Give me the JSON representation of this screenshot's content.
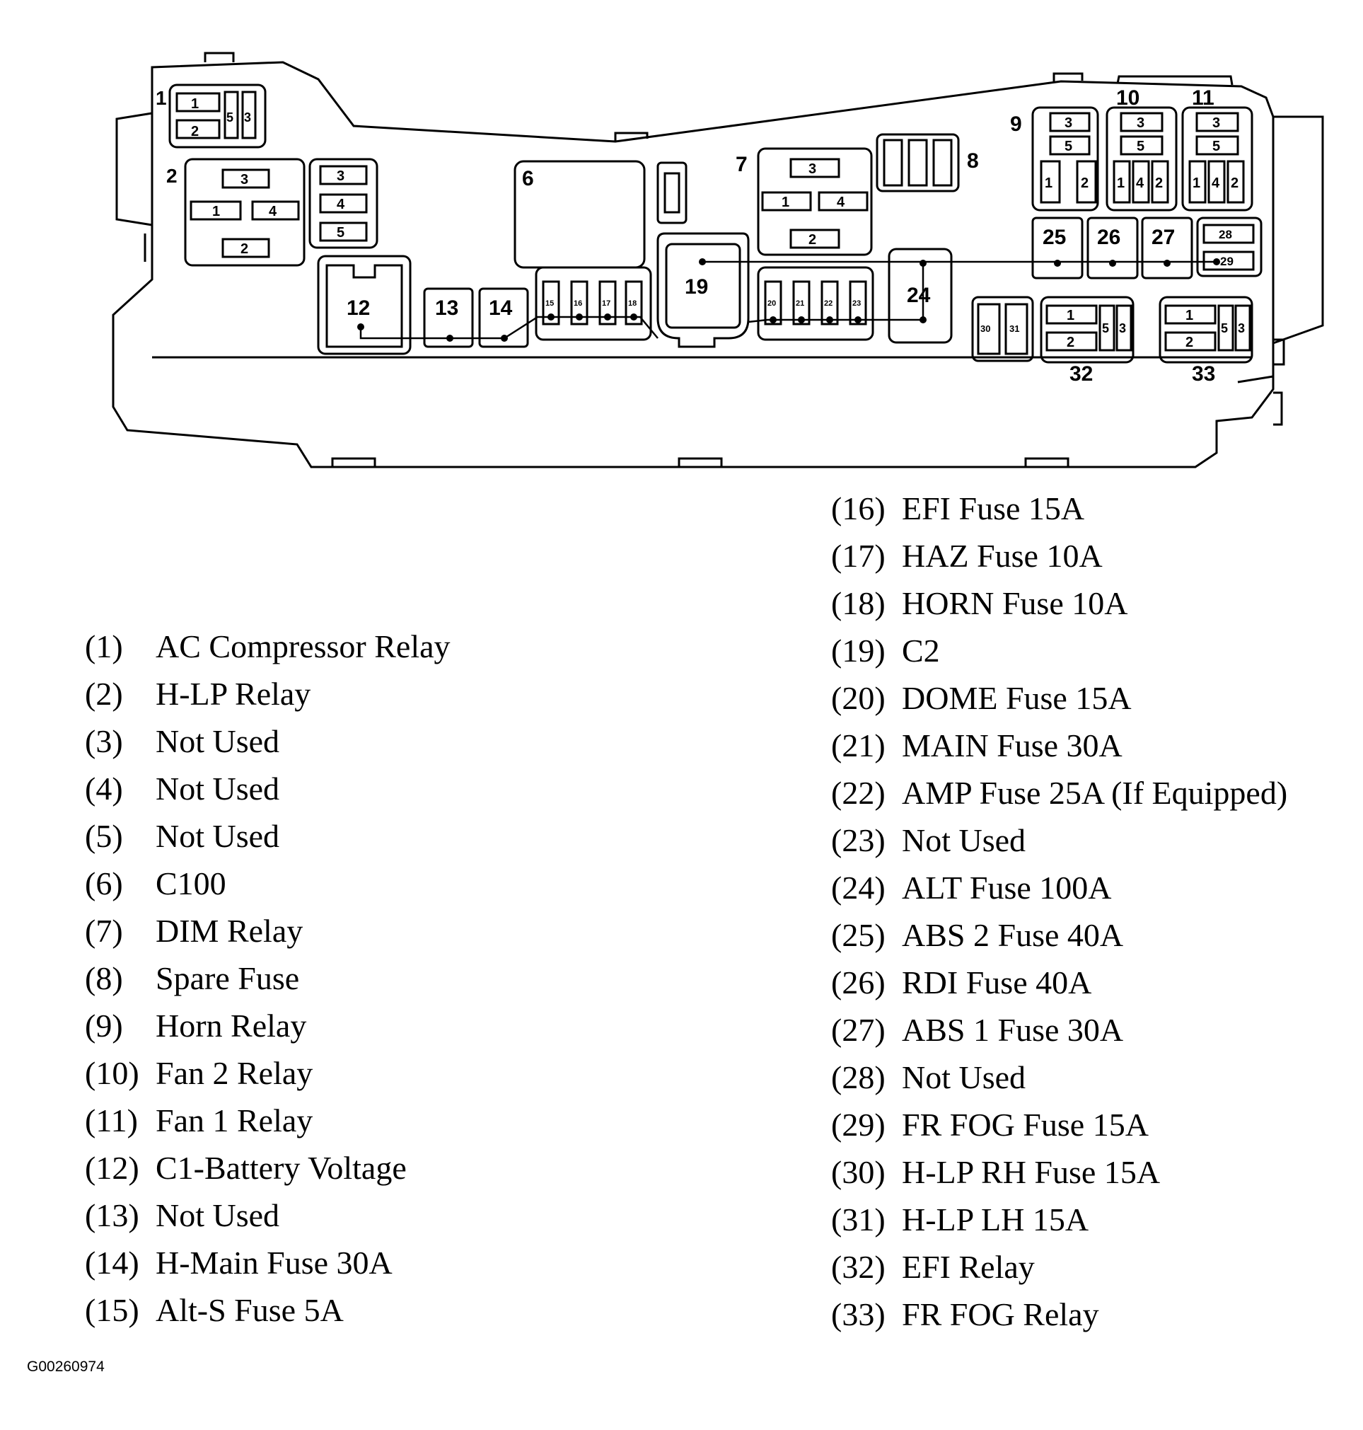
{
  "figure_id": "G00260974",
  "diagram_labels": {
    "l1": "1",
    "l2": "2",
    "l6": "6",
    "l7": "7",
    "l8": "8",
    "l9": "9",
    "l10": "10",
    "l11": "11",
    "l12": "12",
    "l13": "13",
    "l14": "14",
    "l15": "15",
    "l16": "16",
    "l17": "17",
    "l18": "18",
    "l19": "19",
    "l20": "20",
    "l21": "21",
    "l22": "22",
    "l23": "23",
    "l24": "24",
    "l25": "25",
    "l26": "26",
    "l27": "27",
    "l28": "28",
    "l29": "29",
    "l30": "30",
    "l31": "31",
    "l32": "32",
    "l33": "33",
    "p1": "1",
    "p2": "2",
    "p3": "3",
    "p4": "4",
    "p5": "5"
  },
  "legend_left": [
    {
      "num": "(1)",
      "label": "AC Compressor Relay"
    },
    {
      "num": "(2)",
      "label": "H-LP Relay"
    },
    {
      "num": "(3)",
      "label": "Not Used"
    },
    {
      "num": "(4)",
      "label": "Not Used"
    },
    {
      "num": "(5)",
      "label": "Not Used"
    },
    {
      "num": "(6)",
      "label": "C100"
    },
    {
      "num": "(7)",
      "label": "DIM Relay"
    },
    {
      "num": "(8)",
      "label": "Spare Fuse"
    },
    {
      "num": "(9)",
      "label": "Horn Relay"
    },
    {
      "num": "(10)",
      "label": "Fan 2 Relay"
    },
    {
      "num": "(11)",
      "label": "Fan 1 Relay"
    },
    {
      "num": "(12)",
      "label": "C1-Battery Voltage"
    },
    {
      "num": "(13)",
      "label": "Not Used"
    },
    {
      "num": "(14)",
      "label": "H-Main Fuse 30A"
    },
    {
      "num": "(15)",
      "label": "Alt-S Fuse 5A"
    }
  ],
  "legend_right": [
    {
      "num": "(16)",
      "label": "EFI Fuse 15A"
    },
    {
      "num": "(17)",
      "label": "HAZ Fuse 10A"
    },
    {
      "num": "(18)",
      "label": "HORN Fuse 10A"
    },
    {
      "num": "(19)",
      "label": "C2"
    },
    {
      "num": "(20)",
      "label": "DOME Fuse 15A"
    },
    {
      "num": "(21)",
      "label": "MAIN Fuse 30A"
    },
    {
      "num": "(22)",
      "label": "AMP Fuse 25A (If Equipped)"
    },
    {
      "num": "(23)",
      "label": "Not Used"
    },
    {
      "num": "(24)",
      "label": "ALT Fuse 100A"
    },
    {
      "num": "(25)",
      "label": "ABS 2 Fuse 40A"
    },
    {
      "num": "(26)",
      "label": "RDI Fuse 40A"
    },
    {
      "num": "(27)",
      "label": "ABS 1 Fuse 30A"
    },
    {
      "num": "(28)",
      "label": "Not Used"
    },
    {
      "num": "(29)",
      "label": "FR FOG Fuse 15A"
    },
    {
      "num": "(30)",
      "label": "H-LP RH Fuse 15A"
    },
    {
      "num": "(31)",
      "label": "H-LP LH 15A"
    },
    {
      "num": "(32)",
      "label": "EFI Relay"
    },
    {
      "num": "(33)",
      "label": "FR FOG Relay"
    }
  ]
}
